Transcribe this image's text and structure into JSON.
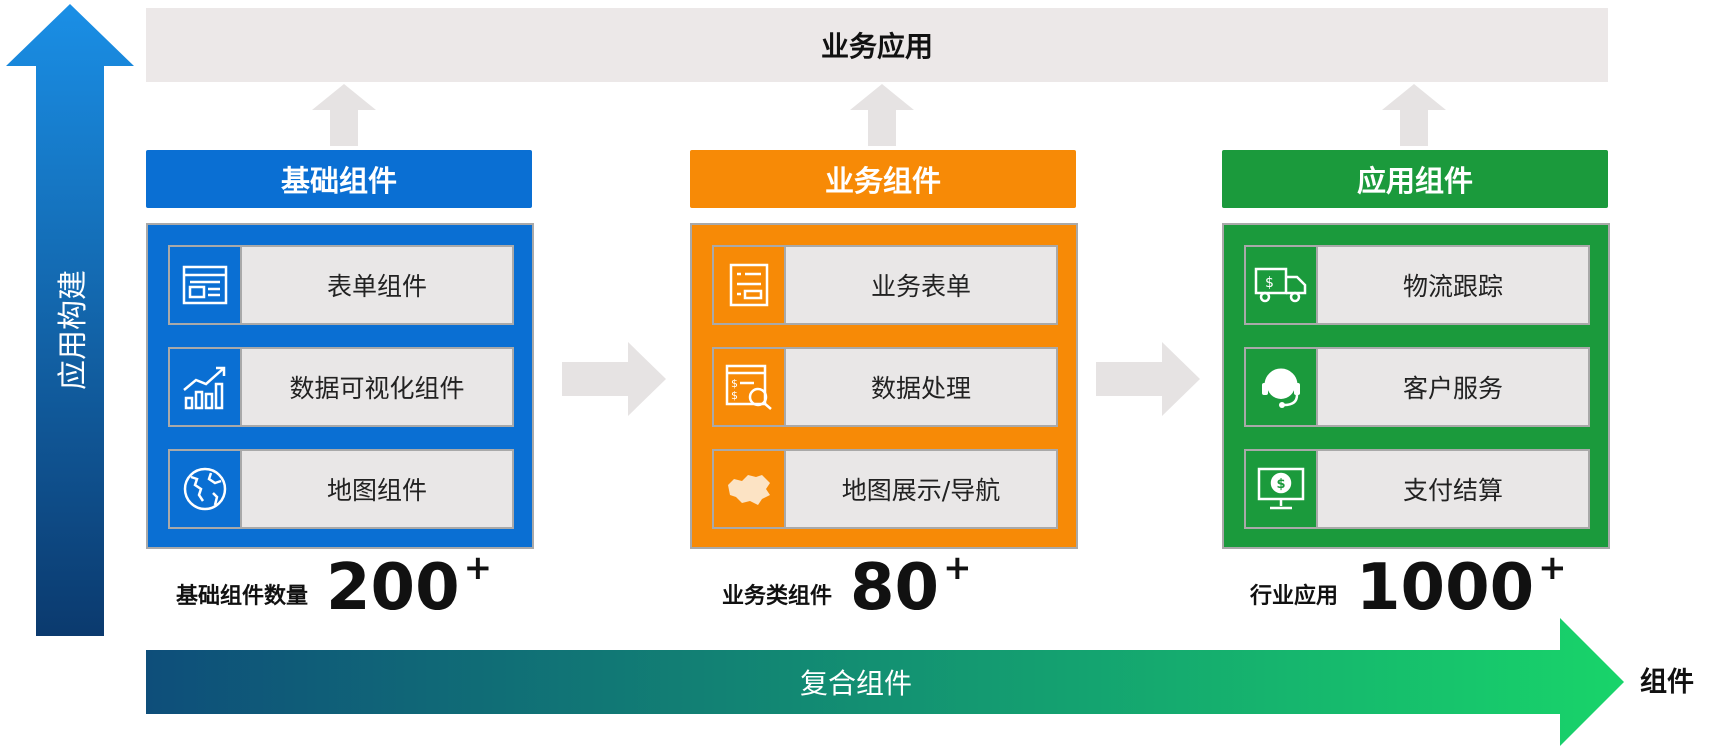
{
  "top_banner": "业务应用",
  "vertical_axis_label": "应用构建",
  "horizontal_axis_label": "组件",
  "bottom_bar_label": "复合组件",
  "columns": [
    {
      "header": "基础组件",
      "color": "#0a6fd3",
      "rows": [
        {
          "label": "表单组件",
          "icon": "form-icon"
        },
        {
          "label": "数据可视化组件",
          "icon": "bar-chart-icon"
        },
        {
          "label": "地图组件",
          "icon": "globe-icon"
        }
      ],
      "stat_label": "基础组件数量",
      "stat_value": "200",
      "stat_suffix": "+"
    },
    {
      "header": "业务组件",
      "color": "#f78a06",
      "rows": [
        {
          "label": "业务表单",
          "icon": "document-list-icon"
        },
        {
          "label": "数据处理",
          "icon": "data-search-icon"
        },
        {
          "label": "地图展示/导航",
          "icon": "map-icon"
        }
      ],
      "stat_label": "业务类组件",
      "stat_value": "80",
      "stat_suffix": "+"
    },
    {
      "header": "应用组件",
      "color": "#1b9a3c",
      "rows": [
        {
          "label": "物流跟踪",
          "icon": "delivery-truck-icon"
        },
        {
          "label": "客户服务",
          "icon": "headset-agent-icon"
        },
        {
          "label": "支付结算",
          "icon": "payment-monitor-icon"
        }
      ],
      "stat_label": "行业应用",
      "stat_value": "1000",
      "stat_suffix": "+"
    }
  ]
}
